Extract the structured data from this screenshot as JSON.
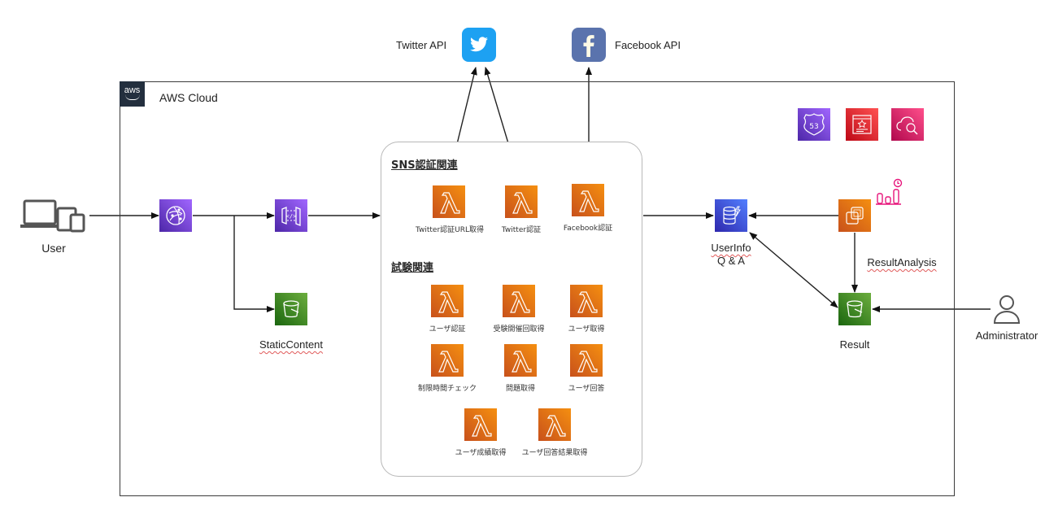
{
  "external": {
    "twitter_api_label": "Twitter API",
    "facebook_api_label": "Facebook API",
    "twitter_color": "#1da1f2",
    "facebook_color": "#5a73ad"
  },
  "aws_cloud": {
    "logo_text": "aws",
    "title": "AWS Cloud"
  },
  "actors": {
    "user_label": "User",
    "admin_label": "Administrator"
  },
  "services": {
    "cloudfront_icon": "cloudfront-icon",
    "api_gateway_icon": "api-gateway-icon",
    "static_content_label": "StaticContent",
    "userinfo_label_line1": "UserInfo",
    "userinfo_label_line2": "Q & A",
    "result_analysis_label": "ResultAnalysis",
    "result_label": "Result",
    "top_right_icons": [
      "route53-icon",
      "certificate-manager-icon",
      "cloudwatch-icon"
    ]
  },
  "sns_group": {
    "title": "SNS認証関連",
    "lambdas": [
      {
        "label": "Twitter認証URL取得"
      },
      {
        "label": "Twitter認証"
      },
      {
        "label": "Facebook認証"
      }
    ]
  },
  "exam_group": {
    "title": "試験関連",
    "lambdas": [
      {
        "label": "ユーザ認証"
      },
      {
        "label": "受験開催回取得"
      },
      {
        "label": "ユーザ取得"
      },
      {
        "label": "制限時間チェック"
      },
      {
        "label": "問題取得"
      },
      {
        "label": "ユーザ回答"
      },
      {
        "label": "ユーザ成績取得"
      },
      {
        "label": "ユーザ回答結果取得"
      }
    ]
  },
  "colors": {
    "lambda": "#ed7100",
    "networking": "#8c4fff",
    "storage": "#3f8624",
    "database": "#3b48cc",
    "security": "#dd344c",
    "management": "#e7157b"
  }
}
